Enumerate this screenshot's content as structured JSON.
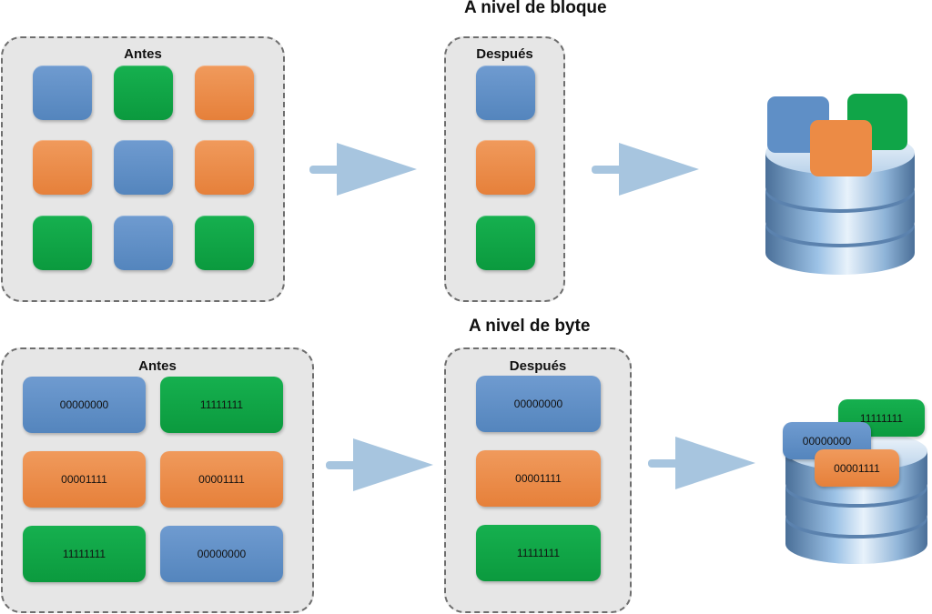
{
  "titles": {
    "block": "A nivel de bloque",
    "byte": "A nivel de byte"
  },
  "block_section": {
    "before_label": "Antes",
    "after_label": "Después"
  },
  "byte_section": {
    "before_label": "Antes",
    "after_label": "Después",
    "before_cells": [
      "00000000",
      "11111111",
      "00001111",
      "00001111",
      "11111111",
      "00000000"
    ],
    "after_cells": [
      "00000000",
      "00001111",
      "11111111"
    ],
    "stored_cells": [
      "11111111",
      "00000000",
      "00001111"
    ]
  },
  "colors": {
    "blue": "#5f8fc6",
    "orange": "#ec8b45",
    "green": "#10a548",
    "panel": "#e6e6e6",
    "arrow": "#a7c5df"
  }
}
